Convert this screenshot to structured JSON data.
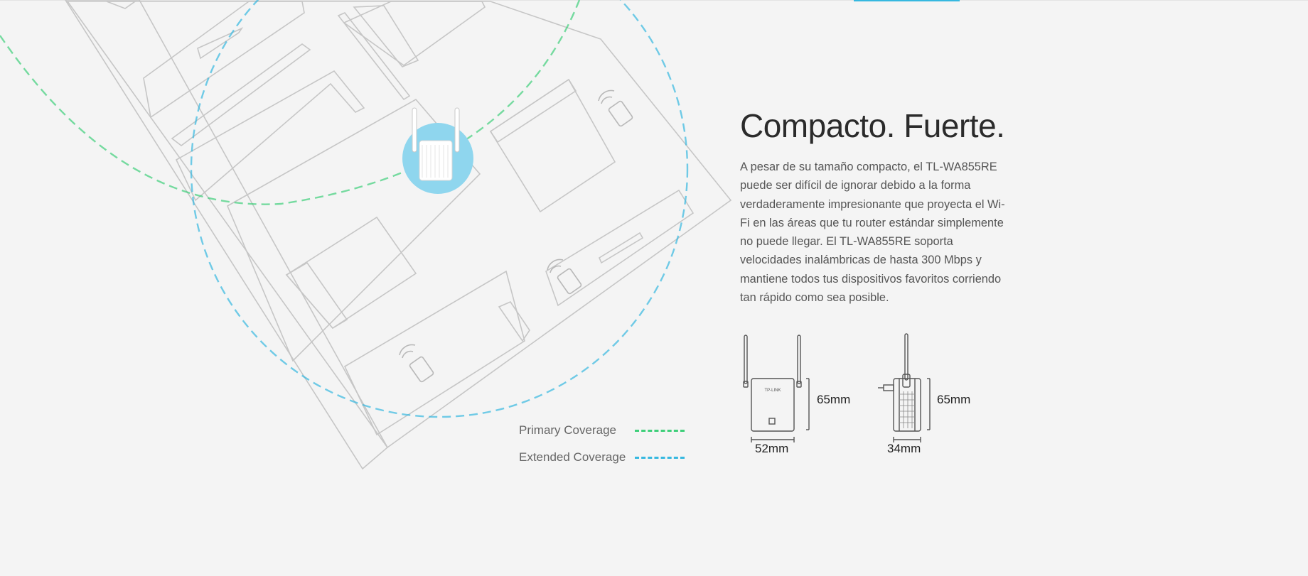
{
  "heading": "Compacto. Fuerte.",
  "description": "A pesar de su tamaño compacto, el TL-WA855RE puede ser difícil de ignorar debido a la forma verdaderamente impresionante que proyecta el Wi-Fi en las áreas que tu router estándar simplemente no puede llegar. El TL-WA855RE soporta velocidades inalámbricas de hasta 300 Mbps y mantiene todos tus dispositivos favoritos corriendo tan rápido como sea posible.",
  "legend": {
    "primary": {
      "label": "Primary Coverage",
      "color": "#3fcf7a"
    },
    "extended": {
      "label": "Extended Coverage",
      "color": "#36b8e0"
    }
  },
  "product": {
    "brand_label": "TP-LINK",
    "front_view": {
      "height": "65mm",
      "width": "52mm"
    },
    "side_view": {
      "height": "65mm",
      "depth": "34mm"
    }
  },
  "colors": {
    "background": "#f4f4f4",
    "line": "#c6c6c6",
    "accent": "#36b8e0",
    "device_glow": "#8fd6ee"
  }
}
